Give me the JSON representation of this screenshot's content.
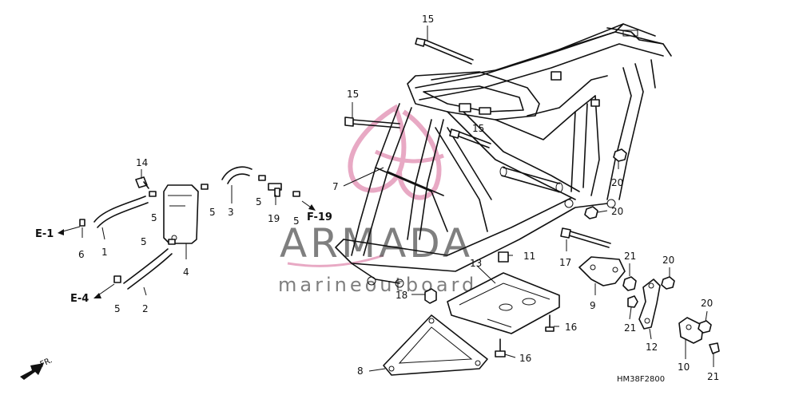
{
  "diagram": {
    "code": "HM38F2800",
    "references": {
      "e1": "E-1",
      "e4": "E-4",
      "f19": "F-19",
      "fr": "FR."
    },
    "watermark": {
      "brand": "ARMADA",
      "sub": "marineoutboard"
    },
    "callouts": {
      "c1": "1",
      "c2": "2",
      "c3": "3",
      "c4": "4",
      "c5a": "5",
      "c5b": "5",
      "c5c": "5",
      "c5d": "5",
      "c5e": "5",
      "c5f": "5",
      "c6": "6",
      "c7": "7",
      "c8": "8",
      "c9": "9",
      "c10": "10",
      "c11": "11",
      "c12": "12",
      "c13": "13",
      "c14": "14",
      "c15a": "15",
      "c15b": "15",
      "c15c": "15",
      "c16a": "16",
      "c16b": "16",
      "c17": "17",
      "c18": "18",
      "c19": "19",
      "c20a": "20",
      "c20b": "20",
      "c20c": "20",
      "c20d": "20",
      "c21a": "21",
      "c21b": "21",
      "c21c": "21"
    }
  }
}
